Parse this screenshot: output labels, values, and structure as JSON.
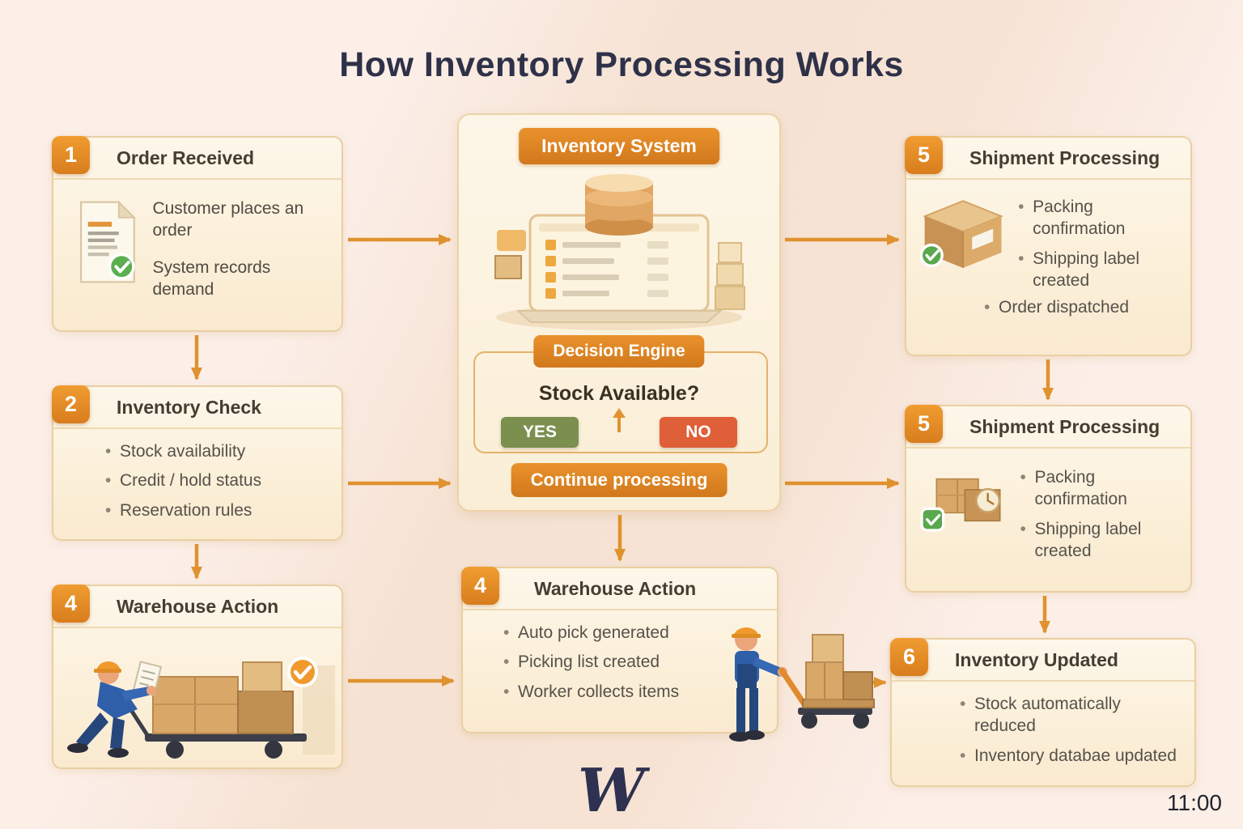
{
  "title": "How Inventory Processing Works",
  "colors": {
    "background": "#fcefe8",
    "box_bg": "#fbeed6",
    "box_border": "#e9cfa2",
    "badge_orange": "#e0892a",
    "arrow": "#e0922f",
    "yes_green": "#7b8f4f",
    "no_red": "#df5f38",
    "title_text": "#2e3148",
    "body_text": "#56514a"
  },
  "icons": {
    "check": "✓",
    "bullet": "•",
    "document_check": "document-with-green-check",
    "package_check": "cardboard-box-with-green-check",
    "package_clock": "cardboard-boxes-with-clock-and-green-check",
    "worker_cart": "worker-pushing-cart-of-boxes",
    "worker_pallet": "worker-with-pallet-jack-of-boxes",
    "system": "laptop-with-database-cylinder"
  },
  "center": {
    "header": "Inventory System",
    "decision_engine": "Decision Engine",
    "question": "Stock Available?",
    "yes_label": "YES",
    "no_label": "NO",
    "continue_label": "Continue processing"
  },
  "steps": {
    "order_received": {
      "number": "1",
      "title": "Order Received",
      "items": [
        "Customer places an order",
        "System records demand"
      ]
    },
    "inventory_check": {
      "number": "2",
      "title": "Inventory Check",
      "items": [
        "Stock availability",
        "Credit / hold status",
        "Reservation rules"
      ]
    },
    "warehouse_action_left": {
      "number": "4",
      "title": "Warehouse Action"
    },
    "warehouse_action_center": {
      "number": "4",
      "title": "Warehouse Action",
      "items": [
        "Auto pick generated",
        "Picking list created",
        "Worker collects items"
      ]
    },
    "shipment_processing_top": {
      "number": "5",
      "title": "Shipment Processing",
      "items": [
        "Packing confirmation",
        "Shipping label created",
        "Order dispatched"
      ]
    },
    "shipment_processing_mid": {
      "number": "5",
      "title": "Shipment Processing",
      "items": [
        "Packing confirmation",
        "Shipping label created"
      ]
    },
    "inventory_updated": {
      "number": "6",
      "title": "Inventory Updated",
      "items": [
        "Stock automatically reduced",
        "Inventory databae updated"
      ]
    }
  },
  "footer": {
    "logo": "W",
    "clock": "11:00"
  }
}
